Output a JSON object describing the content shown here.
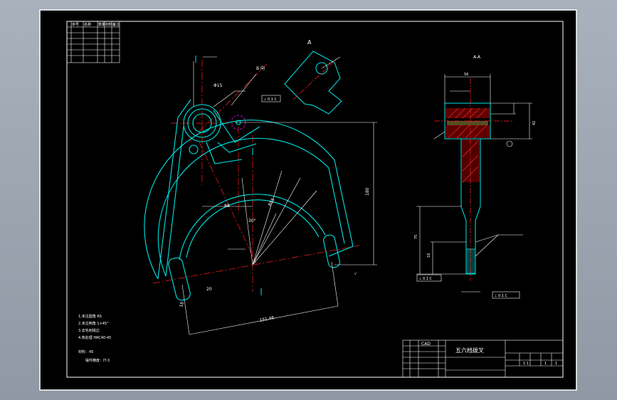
{
  "drawing": {
    "title_cn": "五六档拨叉",
    "section_label": "A-A",
    "view_label_top": "B 向",
    "detail_label": "A",
    "cad_label": "CAD",
    "tech_notes": [
      "1.未注圆角 R5",
      "2.未注倒角 1×45°",
      "3.去毛刺锐边",
      "4.热处理 HRC40-45",
      "材料：45",
      "锻件精度：IT-3"
    ],
    "dimensions": {
      "d_horizontal": "180",
      "d_vertical_main": "88",
      "d_bottom": "151.46",
      "d_arc": "R55",
      "d_angle": "30°",
      "d_left": "18",
      "d_chord": "20",
      "d_section_top": "56",
      "d_section_height": "42",
      "d_section_lower": "75",
      "d_section_small": "16",
      "d_hole": "Φ15"
    },
    "tolerance_frames": [
      "⊥ 0.1 C",
      "⊥ 0.1 C",
      "⊥ 0.1 C"
    ],
    "rev_table_header": [
      "序号",
      "名称",
      "数量",
      "材料",
      "备注"
    ],
    "title_block": {
      "company": "",
      "scale": "1:1",
      "sheet": "1",
      "sheets": "1"
    }
  },
  "colors": {
    "background": "#000000",
    "outline": "#00e5e5",
    "border": "#ffffff",
    "centerline": "#ff2020",
    "hatch": "#ff3030",
    "dimension": "#ffffff",
    "magenta": "#d000d0",
    "section_yellow": "#f0e060"
  }
}
